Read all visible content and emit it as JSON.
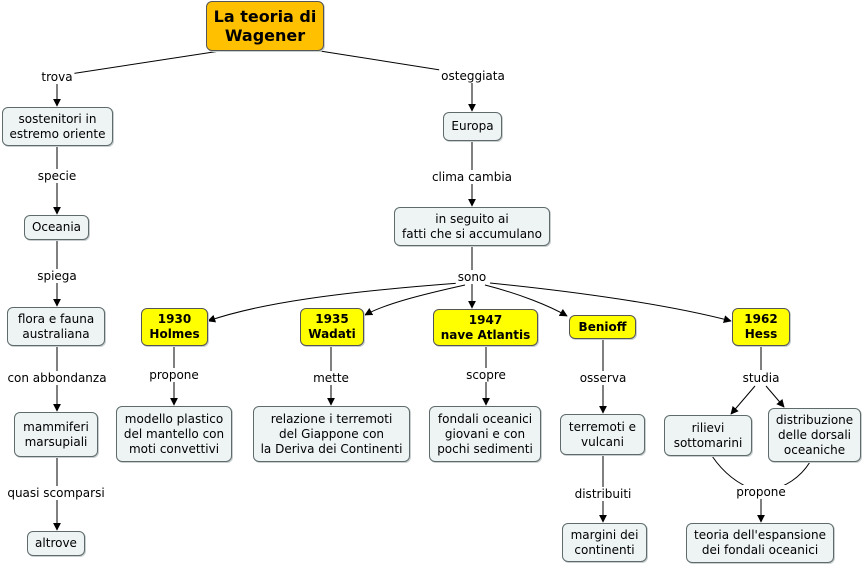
{
  "nodes": {
    "root": "La teoria di\nWagener",
    "sostenitori": "sostenitori in\nestremo oriente",
    "oceania": "Oceania",
    "flora": "flora e fauna\naustraliana",
    "mammiferi": "mammiferi\nmarsupiali",
    "altrove": "altrove",
    "europa": "Europa",
    "seguito": "in seguito ai\nfatti che si accumulano",
    "holmes": "1930\nHolmes",
    "wadati": "1935\nWadati",
    "atlantis": "1947\nnave Atlantis",
    "benioff": "Benioff",
    "hess": "1962\nHess",
    "modello": "modello plastico\ndel mantello con\nmoti convettivi",
    "relazione": "relazione i terremoti\ndel Giappone con\nla Deriva dei Continenti",
    "fondali": "fondali oceanici\ngiovani e con\npochi sedimenti",
    "terremoti": "terremoti e\nvulcani",
    "margini": "margini dei\ncontinenti",
    "rilievi": "rilievi\nsottomarini",
    "distribuzione": "distribuzione\ndelle dorsali\noceaniche",
    "teoria": "teoria dell'espansione\ndei fondali oceanici"
  },
  "labels": {
    "trova": "trova",
    "osteggiata": "osteggiata",
    "specie": "specie",
    "spiega": "spiega",
    "abbondanza": "con abbondanza",
    "scomparsi": "quasi scomparsi",
    "clima": "clima cambia",
    "sono": "sono",
    "propone1": "propone",
    "mette": "mette",
    "scopre": "scopre",
    "osserva": "osserva",
    "studia": "studia",
    "distribuiti": "distribuiti",
    "propone2": "propone"
  },
  "colors": {
    "root": "#ffc000",
    "highlight": "#ffff00",
    "concept": "#eef3f4",
    "line": "#000000"
  }
}
